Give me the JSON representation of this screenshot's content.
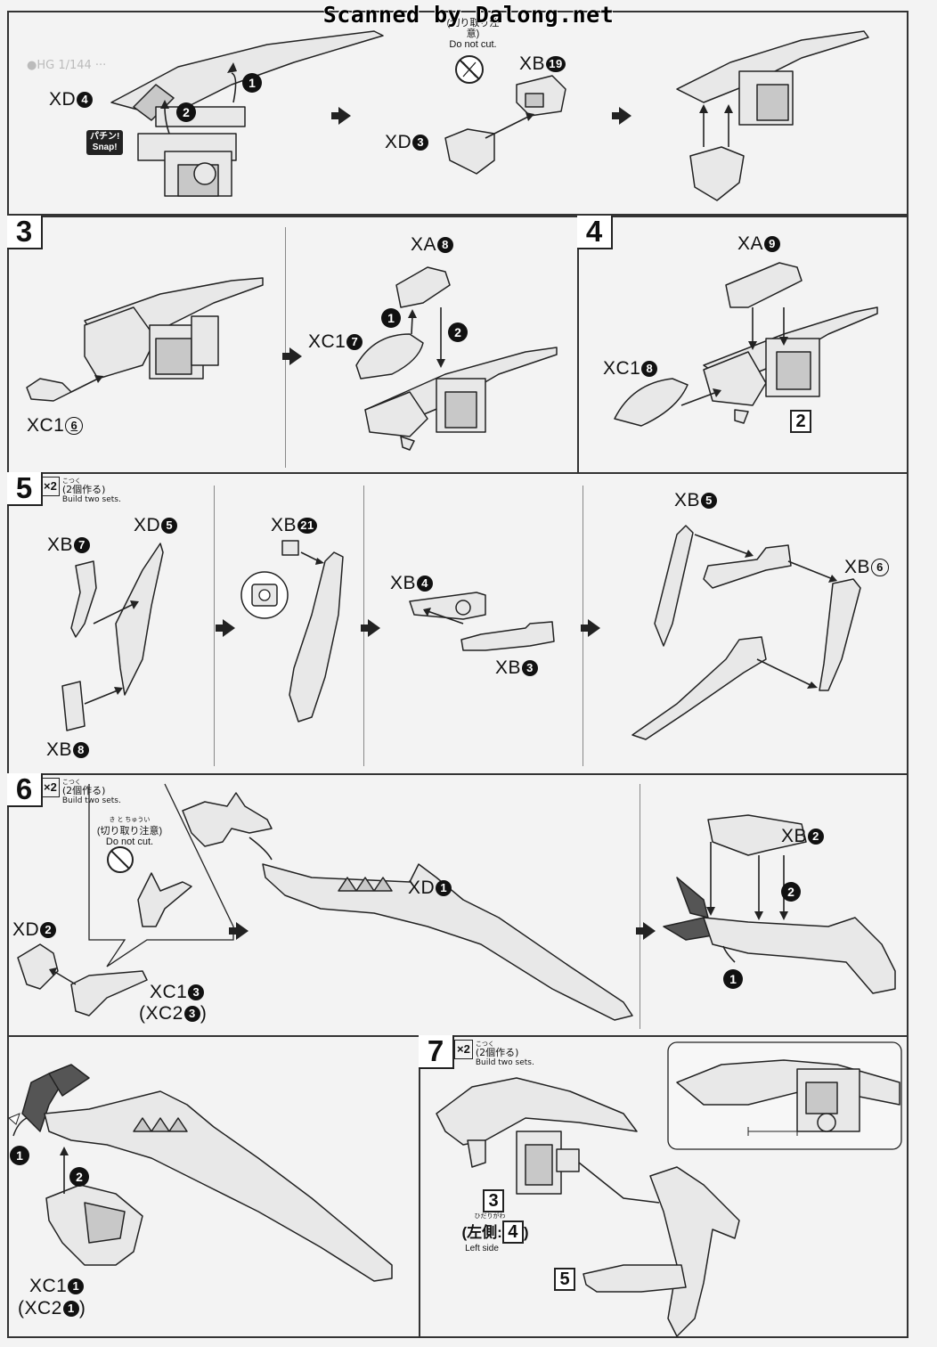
{
  "watermark": "Scanned by Dalong.net",
  "steps": {
    "s3": {
      "number": "3"
    },
    "s4": {
      "number": "4"
    },
    "s5": {
      "number": "5",
      "multiplier": "×2",
      "multiplier_jp": "(2個作る)",
      "multiplier_ruby": "こつく",
      "multiplier_en": "Build two sets."
    },
    "s6": {
      "number": "6",
      "multiplier": "×2",
      "multiplier_jp": "(2個作る)",
      "multiplier_ruby": "こつく",
      "multiplier_en": "Build two sets."
    },
    "s7": {
      "number": "7",
      "multiplier": "×2",
      "multiplier_jp": "(2個作る)",
      "multiplier_ruby": "こつく",
      "multiplier_en": "Build two sets."
    }
  },
  "do_not_cut": {
    "ruby": "き と ちゅうい",
    "jp": "(切り取り注意)",
    "en": "Do not cut."
  },
  "snap": {
    "jp": "パチン!",
    "en": "Snap!"
  },
  "labels": {
    "top_xd": "XD",
    "top_xd_n": "4",
    "top_xb": "XB",
    "top_xb_n": "19",
    "top_xd2": "XD",
    "top_xd2_n": "3",
    "s3_xa": "XA",
    "s3_xa_n": "8",
    "s3_xc1": "XC1",
    "s3_xc1_n": "7",
    "s3_xc1b": "XC1",
    "s3_xc1b_n": "6",
    "s4_xa": "XA",
    "s4_xa_n": "9",
    "s4_xc1": "XC1",
    "s4_xc1_n": "8",
    "s4_ref": "2",
    "s5_xd": "XD",
    "s5_xd_n": "5",
    "s5_xb7": "XB",
    "s5_xb7_n": "7",
    "s5_xb8": "XB",
    "s5_xb8_n": "8",
    "s5_xb21": "XB",
    "s5_xb21_n": "21",
    "s5_xb4": "XB",
    "s5_xb4_n": "4",
    "s5_xb3": "XB",
    "s5_xb3_n": "3",
    "s5_xb5": "XB",
    "s5_xb5_n": "5",
    "s5_xb6": "XB",
    "s5_xb6_n": "6",
    "s6_xd1": "XD",
    "s6_xd1_n": "1",
    "s6_xd2": "XD",
    "s6_xd2_n": "2",
    "s6_xc13": "XC1",
    "s6_xc13_n": "3",
    "s6_xc23": "(XC2",
    "s6_xc23_n": "3",
    "s6_xc23_close": ")",
    "s6_xb2": "XB",
    "s6_xb2_n": "2",
    "s6b_xc11": "XC1",
    "s6b_xc11_n": "1",
    "s6b_xc21": "(XC2",
    "s6b_xc21_n": "1",
    "s6b_xc21_close": ")",
    "s7_ref3": "3",
    "s7_ref4": "4",
    "s7_ref5": "5",
    "s7_left_jp": "左側",
    "s7_left_ruby": "ひだりがわ",
    "s7_left_open": "(",
    "s7_left_colon": ":",
    "s7_left_close": ")",
    "s7_left_en": "Left side"
  },
  "order_marks": [
    "1",
    "2"
  ]
}
